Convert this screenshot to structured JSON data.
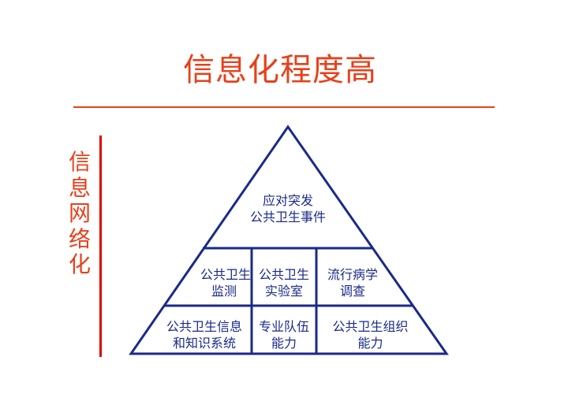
{
  "title": "信息化程度高",
  "side_label": [
    "信",
    "息",
    "网",
    "络",
    "化"
  ],
  "colors": {
    "title": "#e8401a",
    "side_rule": "#e00000",
    "pyramid": "#1a2a8a"
  },
  "pyramid": {
    "top": {
      "line1": "应对突发",
      "line2": "公共卫生事件"
    },
    "middle": [
      {
        "line1": "公共卫生",
        "line2": "监测"
      },
      {
        "line1": "公共卫生",
        "line2": "实验室"
      },
      {
        "line1": "流行病学",
        "line2": "调查"
      }
    ],
    "bottom": [
      {
        "line1": "公共卫生信息",
        "line2": "和知识系统"
      },
      {
        "line1": "专业队伍",
        "line2": "能力"
      },
      {
        "line1": "公共卫生组织",
        "line2": "能力"
      }
    ]
  }
}
